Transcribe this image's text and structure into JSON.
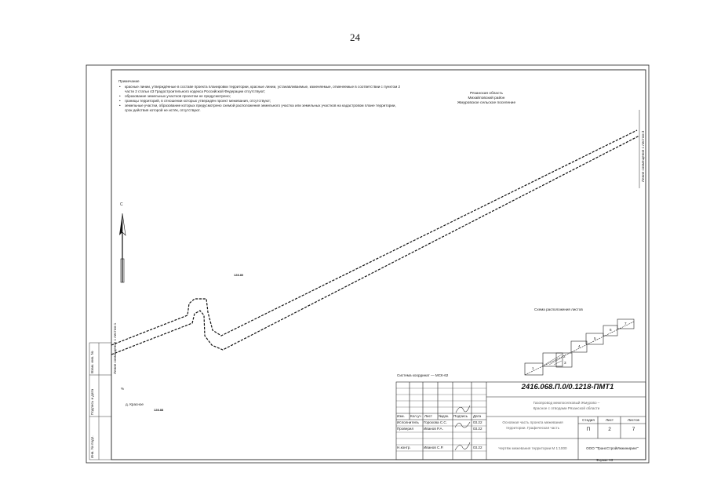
{
  "page_number": "24",
  "notes": {
    "title": "Примечание",
    "items": [
      "красные линии, утверждённые в составе проекта планировки территории, красные линии, устанавливаемые, изменяемые, отменяемые в соответствии с пунктом 2 части 2 статьи 43 Градостроительного кодекса Российской Федерации отсутствуют;",
      "образование земельных участков проектом не предусмотрено;",
      "границы территорий, в отношении которых утверждён проект межевания, отсутствуют;",
      "земельные участки, образование которых предусмотрено схемой расположения земельного участка или земельных участков на кадастровом плане территории, срок действия которой не истёк, отсутствуют."
    ]
  },
  "region": {
    "line1": "Рязанская область",
    "line2": "Михайловский район",
    "line3": "Жмуровское сельское поселение"
  },
  "map": {
    "north_label": "С",
    "spot_height_1": "128.80",
    "spot_height_2": "128.88",
    "village_label": "д. Красное",
    "vertical_mark": "%",
    "match_line_right": "Линия совмещения с листом 3",
    "match_line_left": "Линия совмещения с листом 1",
    "coordinate_system": "Система координат — МСК-62"
  },
  "sheet_scheme": {
    "title": "Схема расположения листов",
    "sheets": [
      "1",
      "2",
      "3",
      "4",
      "5",
      "6",
      "7"
    ]
  },
  "side_strip": {
    "labels": [
      "Взам. инв. №",
      "Подпись и дата",
      "Инв. № подл."
    ]
  },
  "stamp": {
    "document_code": "2416.068.П.0/0.1218-ПМТ1",
    "object_line1": "Газопровод межпоселковый Жмурово –",
    "object_line2": "Красное с отводами Рязанской области",
    "headers": [
      "Изм.",
      "Кол.уч",
      "Лист",
      "№док.",
      "Подпись",
      "Дата"
    ],
    "rows": [
      {
        "role": "Исполнитель",
        "name": "Горохова С.С.",
        "date": "03.22"
      },
      {
        "role": "Проверил",
        "name": "Иванов Р.А.",
        "date": "03.22"
      },
      {
        "role": "Н.контр.",
        "name": "Иванов С.Р.",
        "date": "03.22"
      }
    ],
    "drawing_title_line1": "Основная часть проекта межевания",
    "drawing_title_line2": "территории. Графическая часть",
    "drawing_name": "Чертёж межевания территории М 1:1000",
    "stage_label": "Стадия",
    "sheet_label": "Лист",
    "sheets_label": "Листов",
    "stage": "П",
    "sheet": "2",
    "sheets_total": "7",
    "company": "ООО \"ТрансСтройИнжиниринг\""
  },
  "format": "Формат А3"
}
